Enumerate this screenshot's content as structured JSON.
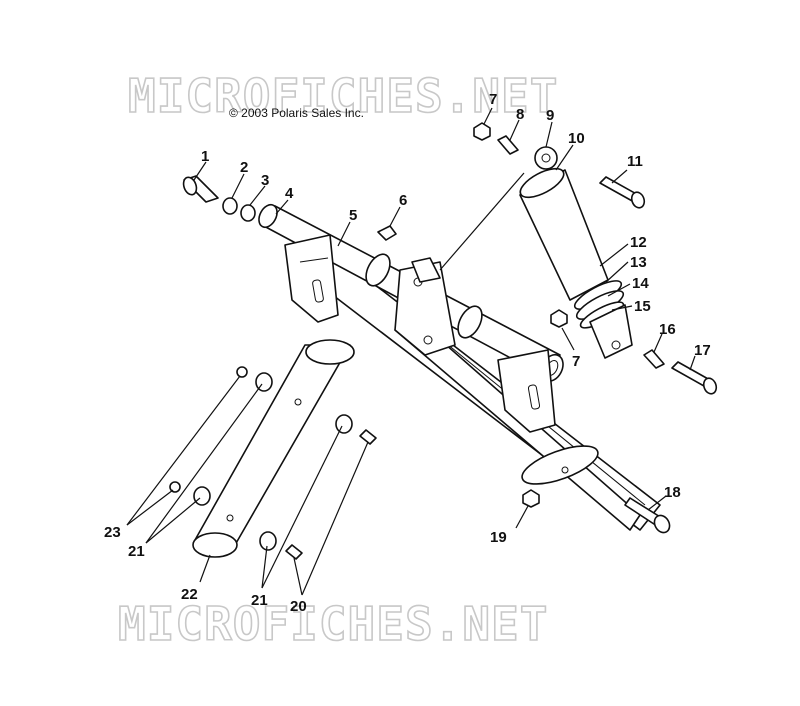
{
  "copyright": "© 2003 Polaris Sales Inc.",
  "watermark": "MICROFICHES.NET",
  "callouts": [
    {
      "id": "1",
      "label": "1"
    },
    {
      "id": "2",
      "label": "2"
    },
    {
      "id": "3",
      "label": "3"
    },
    {
      "id": "4",
      "label": "4"
    },
    {
      "id": "5",
      "label": "5"
    },
    {
      "id": "6",
      "label": "6"
    },
    {
      "id": "7a",
      "label": "7"
    },
    {
      "id": "7b",
      "label": "7"
    },
    {
      "id": "8",
      "label": "8"
    },
    {
      "id": "9",
      "label": "9"
    },
    {
      "id": "10",
      "label": "10"
    },
    {
      "id": "11",
      "label": "11"
    },
    {
      "id": "12",
      "label": "12"
    },
    {
      "id": "13",
      "label": "13"
    },
    {
      "id": "14",
      "label": "14"
    },
    {
      "id": "15",
      "label": "15"
    },
    {
      "id": "16",
      "label": "16"
    },
    {
      "id": "17",
      "label": "17"
    },
    {
      "id": "18",
      "label": "18"
    },
    {
      "id": "19",
      "label": "19"
    },
    {
      "id": "20",
      "label": "20"
    },
    {
      "id": "21a",
      "label": "21"
    },
    {
      "id": "21b",
      "label": "21"
    },
    {
      "id": "22",
      "label": "22"
    },
    {
      "id": "23",
      "label": "23"
    }
  ]
}
